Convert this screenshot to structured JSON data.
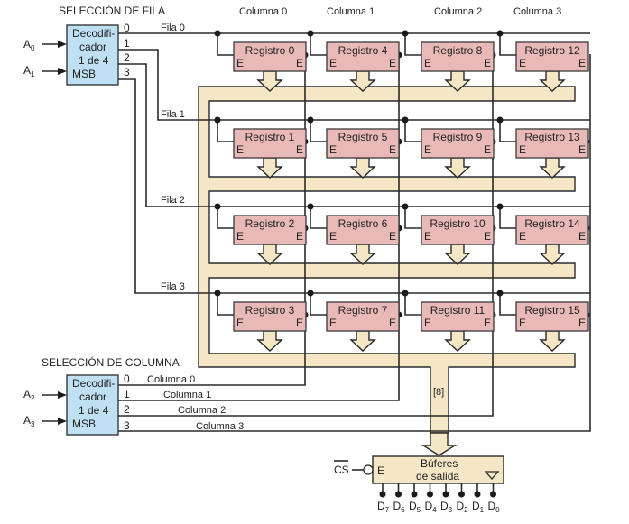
{
  "headers": {
    "row_select": "SELECCIÓN DE FILA",
    "col_select": "SELECCIÓN DE COLUMNA",
    "columns": [
      "Columna 0",
      "Columna 1",
      "Columna 2",
      "Columna 3"
    ]
  },
  "row_decoder": {
    "lines": [
      "Decodifi-",
      "cador",
      "1 de 4",
      "MSB"
    ],
    "inputs": [
      {
        "base": "A",
        "sub": "0"
      },
      {
        "base": "A",
        "sub": "1"
      }
    ],
    "outputs": [
      "0",
      "1",
      "2",
      "3"
    ]
  },
  "col_decoder": {
    "lines": [
      "Decodifi-",
      "cador",
      "1 de 4",
      "MSB"
    ],
    "inputs": [
      {
        "base": "A",
        "sub": "2"
      },
      {
        "base": "A",
        "sub": "3"
      }
    ],
    "outputs": [
      "0",
      "1",
      "2",
      "3"
    ]
  },
  "row_labels": [
    "Fila  0",
    "Fila  1",
    "Fila  2",
    "Fila  3"
  ],
  "col_line_labels": [
    "Columna 0",
    "Columna 1",
    "Columna 2",
    "Columna 3"
  ],
  "registers": [
    [
      "Registro 0",
      "Registro 4",
      "Registro 8",
      "Registro 12"
    ],
    [
      "Registro 1",
      "Registro 5",
      "Registro 9",
      "Registro 13"
    ],
    [
      "Registro 2",
      "Registro 6",
      "Registro 10",
      "Registro 14"
    ],
    [
      "Registro 3",
      "Registro 7",
      "Registro 11",
      "Registro 15"
    ]
  ],
  "enable_label": "E",
  "bus_width_label": "[8]",
  "output_buffer": {
    "line1": "Búferes",
    "line2": "de salida",
    "enable": "E",
    "cs_label": "CS",
    "outputs": [
      {
        "base": "D",
        "sub": "7"
      },
      {
        "base": "D",
        "sub": "6"
      },
      {
        "base": "D",
        "sub": "5"
      },
      {
        "base": "D",
        "sub": "4"
      },
      {
        "base": "D",
        "sub": "3"
      },
      {
        "base": "D",
        "sub": "2"
      },
      {
        "base": "D",
        "sub": "1"
      },
      {
        "base": "D",
        "sub": "0"
      }
    ]
  }
}
